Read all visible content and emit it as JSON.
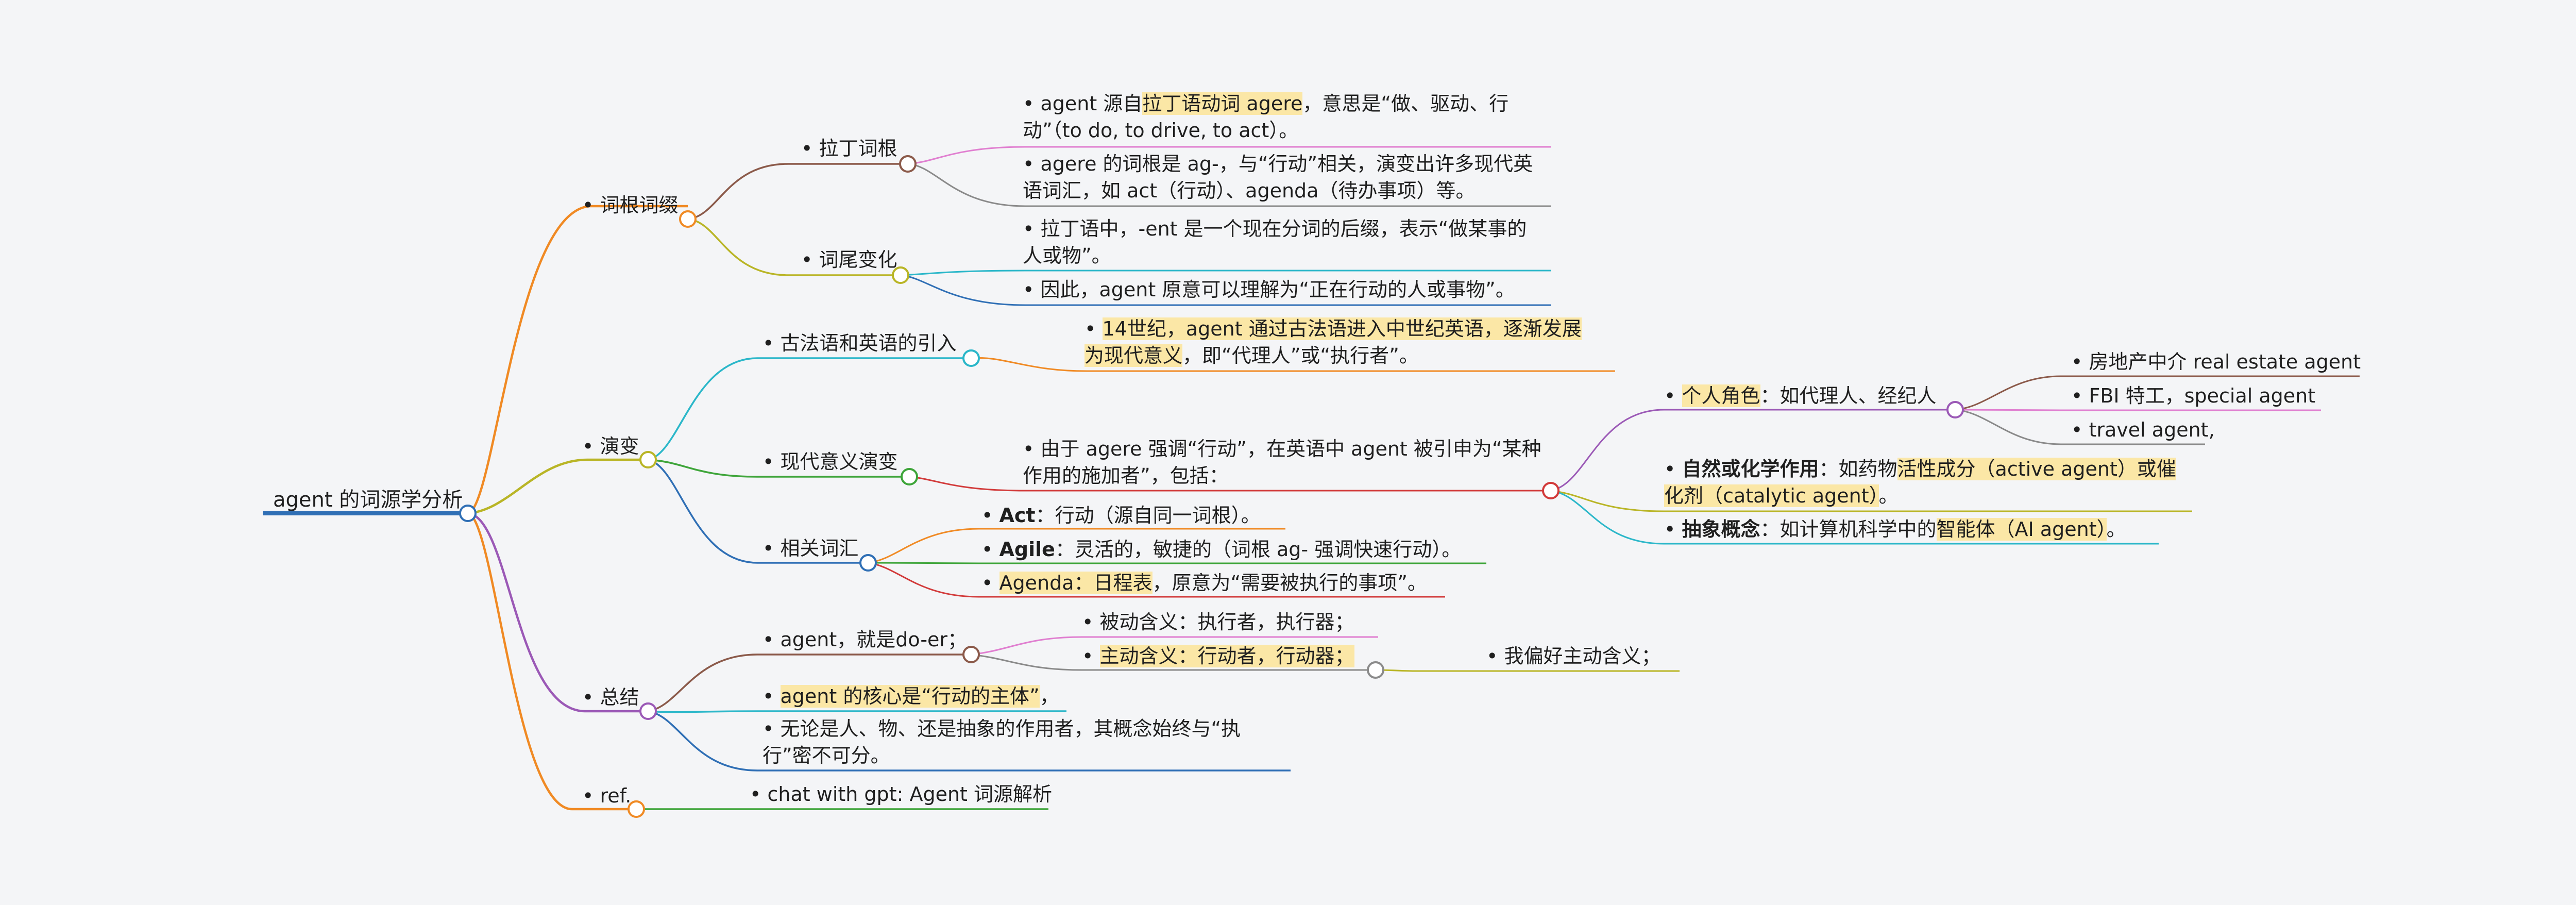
{
  "mindmap": {
    "root": "agent 的词源学分析",
    "l1": {
      "roots": "• 词根词缀",
      "evolution": "• 演变",
      "summary": "• 总结",
      "ref": "• ref."
    },
    "l2": {
      "latin_root": "• 拉丁词根",
      "suffix": "• 词尾变化",
      "old_french": "• 古法语和英语的引入",
      "modern": "• 现代意义演变",
      "related": "• 相关词汇",
      "doer": "• agent，就是do-er；",
      "core_pre": "• ",
      "core_hl": "agent 的核心是“行动的主体”",
      "core_post": "，",
      "any": "• 无论是人、物、还是抽象的作用者，其概念始终与“执行”密不可分。",
      "chat": "• chat with gpt: Agent 词源解析"
    },
    "leaves": {
      "latin1_a": "• agent 源自",
      "latin1_hl": "拉丁语动词 agere",
      "latin1_b": "，意思是“做、驱动、行动”（to do, to drive, to act）。",
      "latin2": "• agere 的词根是 ag-，与“行动”相关，演变出许多现代英语词汇，如 act（行动）、agenda（待办事项）等。",
      "suffix1": "• 拉丁语中，-ent 是一个现在分词的后缀，表示“做某事的人或物”。",
      "suffix2": "• 因此，agent 原意可以理解为“正在行动的人或事物”。",
      "oldfr_pre": "• ",
      "oldfr_hl": "14世纪，agent 通过古法语进入中世纪英语，逐渐发展为现代意义",
      "oldfr_post": "，即“代理人”或“执行者”。",
      "modern": "• 由于 agere 强调“行动”，在英语中 agent 被引申为“某种作用的施加者”，包括：",
      "act_pre": "• ",
      "act_b": "Act",
      "act_post": "：行动（源自同一词根）。",
      "agile_pre": "• ",
      "agile_b": "Agile",
      "agile_post": "：灵活的，敏捷的（词根 ag- 强调快速行动）。",
      "agenda_pre": "• ",
      "agenda_hl": "Agenda：日程表",
      "agenda_post": "，原意为“需要被执行的事项”。",
      "passive": "• 被动含义：执行者，执行器；",
      "active_pre": "• ",
      "active_hl": "主动含义：行动者，行动器；",
      "prefer": "• 我偏好主动含义；",
      "personal_pre": "• ",
      "personal_hl": "个人角色",
      "personal_post": "：如代理人、经纪人",
      "natural_pre": "• ",
      "natural_b": "自然或化学作用",
      "natural_mid": "：如药物",
      "natural_hl": "活性成分（active agent）或催化剂（catalytic agent）",
      "natural_post": "。",
      "abstract_pre": "• ",
      "abstract_b": "抽象概念",
      "abstract_mid": "：如计算机科学中的",
      "abstract_hl": "智能体（AI agent）",
      "abstract_post": "。",
      "realestate": "• 房地产中介 real estate agent",
      "fbi": "• FBI 特工，special agent",
      "travel": "• travel agent,"
    },
    "colors": {
      "root": "#2f6fb5",
      "orange": "#f08a24",
      "olive": "#b9b526",
      "purple": "#9b59b6",
      "brown": "#8b5a4a",
      "pink": "#e07fd0",
      "gray": "#8a8a8a",
      "cyan": "#2bb7c9",
      "blue": "#2f6fb5",
      "green": "#3ea53a",
      "red": "#d23b3b",
      "highlight": "#fbe7a6"
    }
  }
}
